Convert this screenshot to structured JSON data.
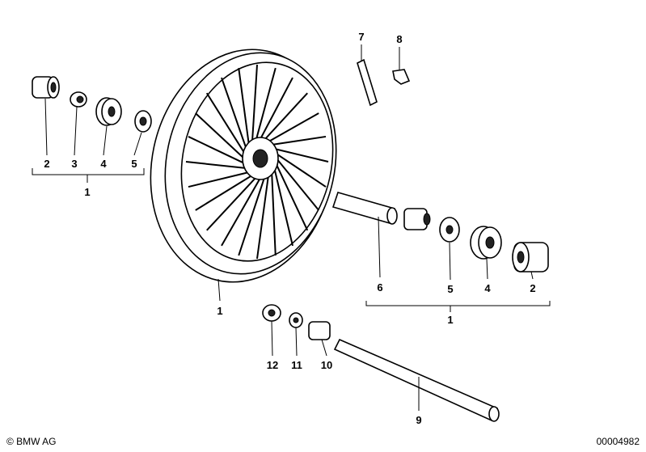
{
  "title": "Front wheel, cast spoke",
  "callouts": {
    "c7": "7",
    "c8": "8",
    "left_2": "2",
    "left_3": "3",
    "left_4": "4",
    "left_5": "5",
    "left_group": "1",
    "wheel": "1",
    "right_6": "6",
    "right_5": "5",
    "right_4": "4",
    "right_2": "2",
    "right_group": "1",
    "c12": "12",
    "c11": "11",
    "c10": "10",
    "c9": "9"
  },
  "footer": {
    "copyright": "© BMW AG",
    "diagram_number": "00004982"
  }
}
